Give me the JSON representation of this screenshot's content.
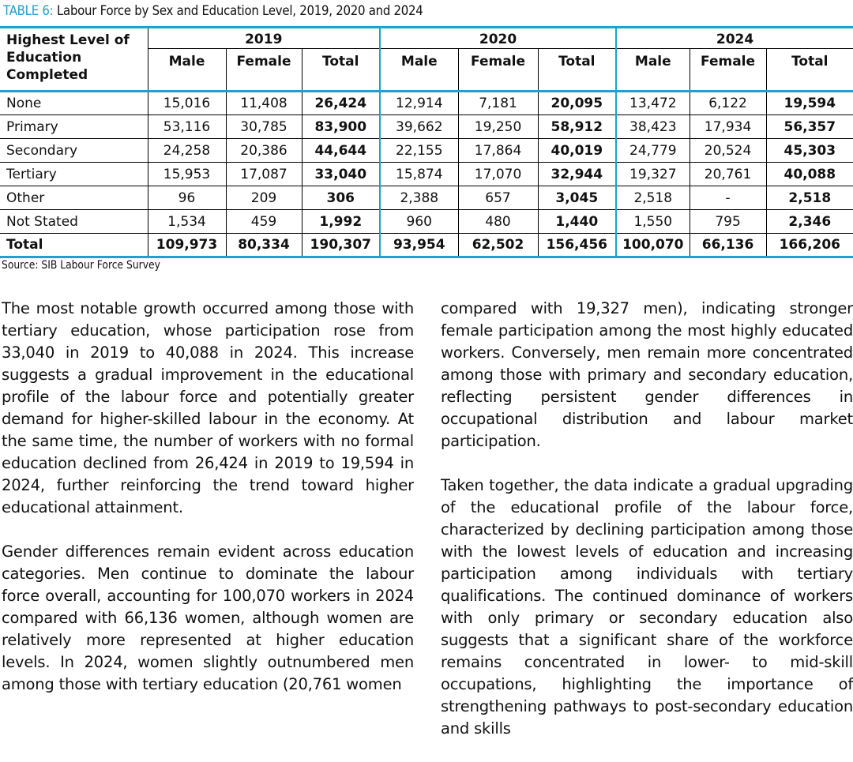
{
  "caption": {
    "tag": "TABLE 6:",
    "title": "Labour Force by Sex and Education Level, 2019, 2020 and 2024"
  },
  "table": {
    "corner": "Highest Level of Education Completed",
    "years": [
      "2019",
      "2020",
      "2024"
    ],
    "subheaders": [
      "Male",
      "Female",
      "Total"
    ],
    "rows": [
      [
        "None",
        "15,016",
        "11,408",
        "26,424",
        "12,914",
        "7,181",
        "20,095",
        "13,472",
        "6,122",
        "19,594"
      ],
      [
        "Primary",
        "53,116",
        "30,785",
        "83,900",
        "39,662",
        "19,250",
        "58,912",
        "38,423",
        "17,934",
        "56,357"
      ],
      [
        "Secondary",
        "24,258",
        "20,386",
        "44,644",
        "22,155",
        "17,864",
        "40,019",
        "24,779",
        "20,524",
        "45,303"
      ],
      [
        "Tertiary",
        "15,953",
        "17,087",
        "33,040",
        "15,874",
        "17,070",
        "32,944",
        "19,327",
        "20,761",
        "40,088"
      ],
      [
        "Other",
        "96",
        "209",
        "306",
        "2,388",
        "657",
        "3,045",
        "2,518",
        "-",
        "2,518"
      ],
      [
        "Not Stated",
        "1,534",
        "459",
        "1,992",
        "960",
        "480",
        "1,440",
        "1,550",
        "795",
        "2,346"
      ],
      [
        "Total",
        "109,973",
        "80,334",
        "190,307",
        "93,954",
        "62,502",
        "156,456",
        "100,070",
        "66,136",
        "166,206"
      ]
    ]
  },
  "source": "Source: SIB Labour Force Survey",
  "paragraphs_left": [
    "The most notable growth occurred among those with tertiary education, whose participation rose from 33,040 in 2019 to 40,088 in 2024. This increase suggests a gradual improvement in the educational profile of the labour force and potentially greater demand for higher-skilled labour in the economy. At the same time, the number of workers with no formal education declined from 26,424 in 2019 to 19,594 in 2024, further reinforcing the trend toward higher educational attainment.",
    "Gender differences remain evident across education categories. Men continue to dominate the labour force overall, accounting for 100,070 workers in 2024 compared with 66,136 women, although women are relatively more represented at higher education levels. In 2024, women slightly outnumbered men among those with tertiary education (20,761 women"
  ],
  "paragraphs_right": [
    "compared with 19,327 men), indicating stronger female participation among the most highly educated workers. Conversely, men remain more concentrated among those with primary and secondary education, reflecting persistent gender differences in occupational distribution and labour market participation.",
    "Taken together, the data indicate a gradual upgrading of the educational profile of the labour force, characterized by declining participation among those with the lowest levels of education and increasing participation among individuals with tertiary qualifications. The continued dominance of workers with only primary or secondary education also suggests that a significant share of the workforce remains concentrated in lower- to mid-skill occupations, highlighting the importance of strengthening pathways to post-secondary education and skills"
  ],
  "colors": {
    "accent": "#1ea0d2",
    "text": "#111111"
  }
}
